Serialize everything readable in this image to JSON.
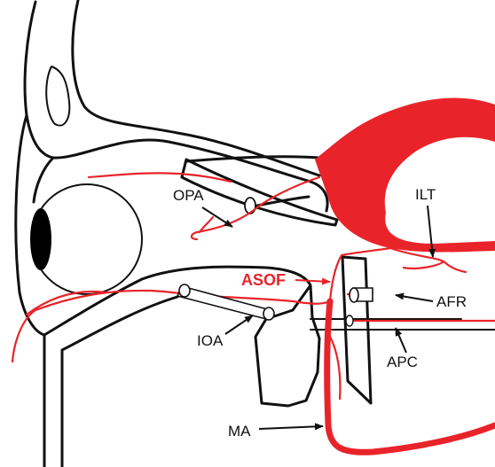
{
  "labels": {
    "opa": "OPA",
    "ilt": "ILT",
    "asof": "ASOF",
    "afr": "AFR",
    "ioa": "IOA",
    "apc": "APC",
    "ma": "MA"
  },
  "colors": {
    "vessel": "#e8242a",
    "bone_outline": "#111111",
    "background": "#ffffff"
  }
}
